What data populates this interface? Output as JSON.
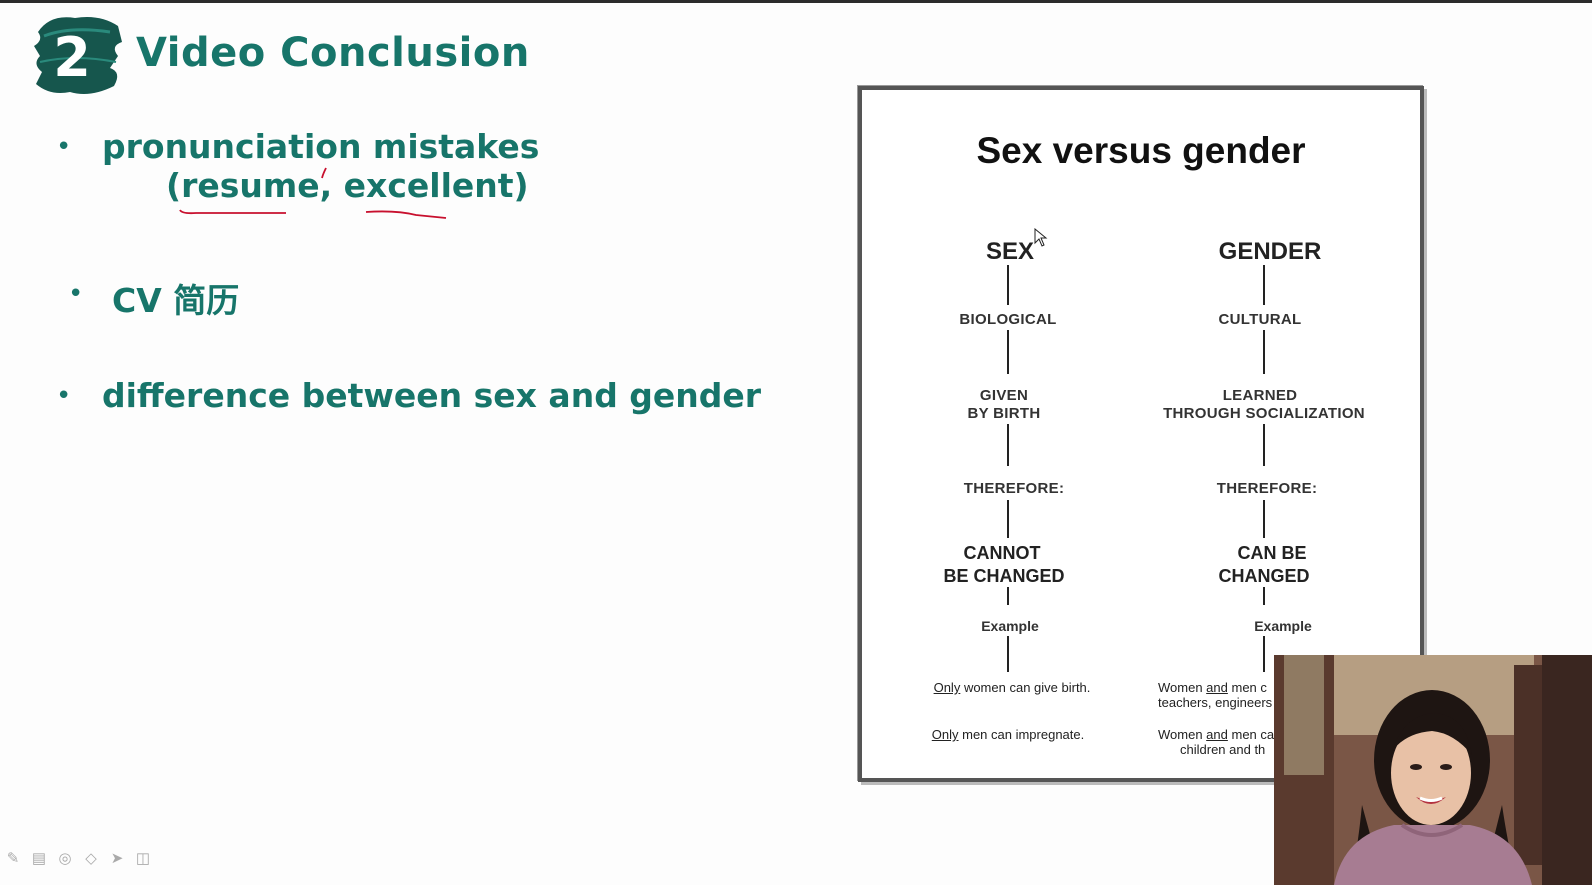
{
  "slide": {
    "section_number": "2",
    "title": "Video Conclusion",
    "bullets": [
      {
        "line1": "pronunciation mistakes",
        "line2": "(resume, excellent)"
      },
      {
        "line1": "CV 简历"
      },
      {
        "line1": "difference between sex and gender"
      }
    ],
    "bullet_glyph": "•"
  },
  "figure": {
    "title": "Sex versus gender",
    "left": {
      "heading": "SEX",
      "nature": "BIOLOGICAL",
      "origin_1": "GIVEN",
      "origin_2": "BY BIRTH",
      "therefore": "THEREFORE:",
      "result_1": "CANNOT",
      "result_2": "BE CHANGED",
      "example_label": "Example",
      "ex1_prefix": "Only",
      "ex1_rest": " women can give birth.",
      "ex2_prefix": "Only",
      "ex2_rest": " men can impregnate."
    },
    "right": {
      "heading": "GENDER",
      "nature": "CULTURAL",
      "origin_1": "LEARNED",
      "origin_2": "THROUGH SOCIALIZATION",
      "therefore": "THEREFORE:",
      "result_1": "CAN BE",
      "result_2": "CHANGED",
      "example_label": "Example",
      "ex1_a": "Women ",
      "ex1_and": "and",
      "ex1_b": " men c",
      "ex1_line2": "teachers, engineers",
      "ex2_a": "Women ",
      "ex2_and": "and",
      "ex2_b": " men ca",
      "ex2_line2": "children and th"
    }
  },
  "colors": {
    "teal": "#17756a",
    "annotation_red": "#c8102e"
  },
  "toolbar": {
    "icons": [
      "pen-icon",
      "keyboard-icon",
      "eraser-circle-icon",
      "eraser-icon",
      "pointer-icon",
      "camera-icon"
    ]
  }
}
